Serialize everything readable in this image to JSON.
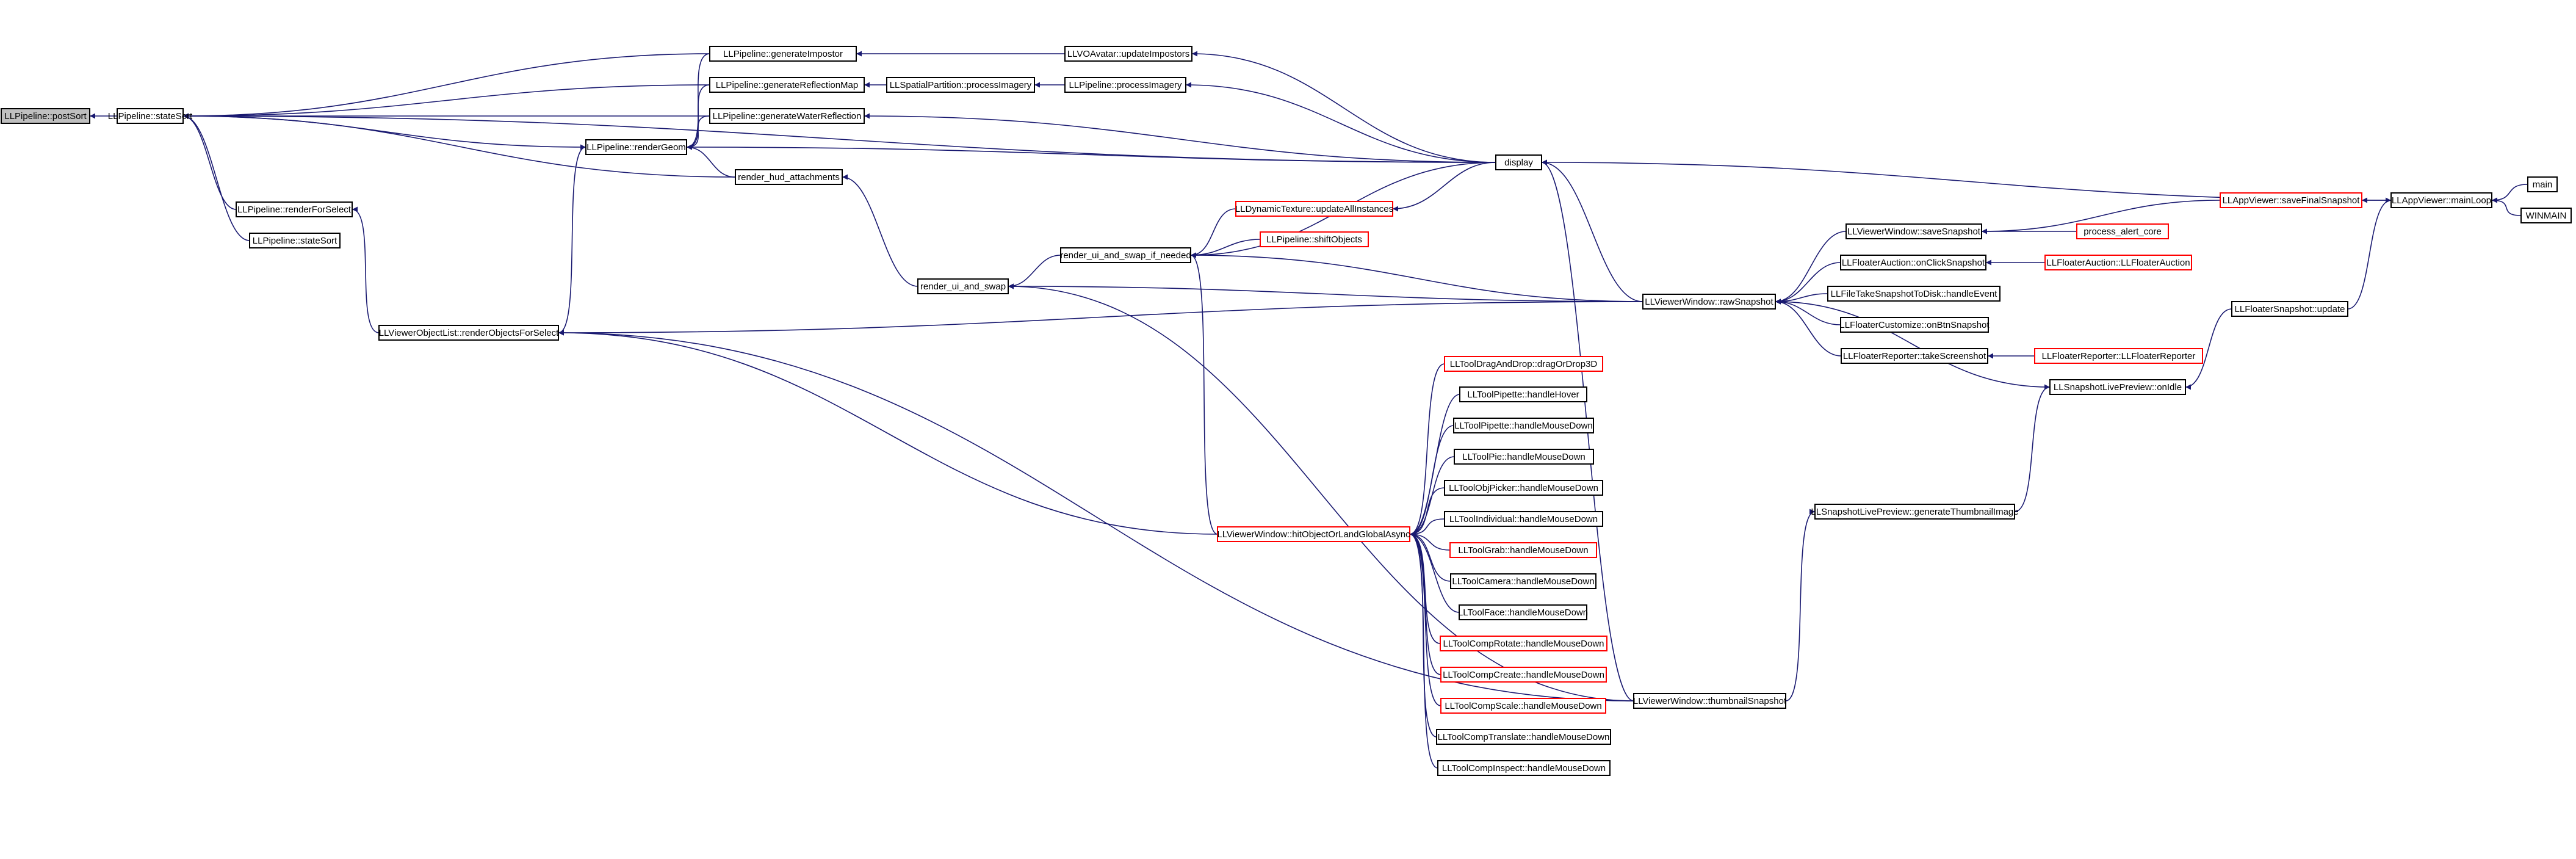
{
  "colors": {
    "edge": "#191970",
    "root_fill": "#bfbfbf",
    "normal_border": "#000000",
    "truncated_border": "#ff0000",
    "fill": "#ffffff"
  },
  "nodes": [
    {
      "id": "postSort",
      "label": "LLPipeline::postSort",
      "style": "root"
    },
    {
      "id": "stateSort1",
      "label": "LLPipeline::stateSort",
      "style": "normal"
    },
    {
      "id": "generateImpostor",
      "label": "LLPipeline::generateImpostor",
      "style": "normal"
    },
    {
      "id": "genReflectionMap",
      "label": "LLPipeline::generateReflectionMap",
      "style": "normal"
    },
    {
      "id": "genWaterReflection",
      "label": "LLPipeline::generateWaterReflection",
      "style": "normal"
    },
    {
      "id": "renderGeom",
      "label": "LLPipeline::renderGeom",
      "style": "normal"
    },
    {
      "id": "renderHud",
      "label": "render_hud_attachments",
      "style": "normal"
    },
    {
      "id": "renderForSelect",
      "label": "LLPipeline::renderForSelect",
      "style": "normal"
    },
    {
      "id": "stateSort2",
      "label": "LLPipeline::stateSort",
      "style": "normal"
    },
    {
      "id": "renderObjForSelect",
      "label": "LLViewerObjectList::renderObjectsForSelect",
      "style": "normal"
    },
    {
      "id": "vovatar",
      "label": "LLVOAvatar::updateImpostors",
      "style": "normal"
    },
    {
      "id": "spatialProc",
      "label": "LLSpatialPartition::processImagery",
      "style": "normal"
    },
    {
      "id": "pipeProc",
      "label": "LLPipeline::processImagery",
      "style": "normal"
    },
    {
      "id": "display",
      "label": "display",
      "style": "normal"
    },
    {
      "id": "renderUiSwap",
      "label": "render_ui_and_swap",
      "style": "normal"
    },
    {
      "id": "renderUiSwapIf",
      "label": "render_ui_and_swap_if_needed",
      "style": "normal"
    },
    {
      "id": "dynTex",
      "label": "LLDynamicTexture::updateAllInstances",
      "style": "truncated"
    },
    {
      "id": "shiftObjects",
      "label": "LLPipeline::shiftObjects",
      "style": "truncated"
    },
    {
      "id": "rawSnapshot",
      "label": "LLViewerWindow::rawSnapshot",
      "style": "normal"
    },
    {
      "id": "saveSnapshot",
      "label": "LLViewerWindow::saveSnapshot",
      "style": "normal"
    },
    {
      "id": "faOnClick",
      "label": "LLFloaterAuction::onClickSnapshot",
      "style": "normal"
    },
    {
      "id": "fileTake",
      "label": "LLFileTakeSnapshotToDisk::handleEvent",
      "style": "normal"
    },
    {
      "id": "fcOnBtn",
      "label": "LLFloaterCustomize::onBtnSnapshot",
      "style": "normal"
    },
    {
      "id": "frTake",
      "label": "LLFloaterReporter::takeScreenshot",
      "style": "normal"
    },
    {
      "id": "slpOnIdle",
      "label": "LLSnapshotLivePreview::onIdle",
      "style": "normal"
    },
    {
      "id": "processAlert",
      "label": "process_alert_core",
      "style": "truncated"
    },
    {
      "id": "faCtor",
      "label": "LLFloaterAuction::LLFloaterAuction",
      "style": "truncated"
    },
    {
      "id": "frCtor",
      "label": "LLFloaterReporter::LLFloaterReporter",
      "style": "truncated"
    },
    {
      "id": "saveFinal",
      "label": "LLAppViewer::saveFinalSnapshot",
      "style": "truncated"
    },
    {
      "id": "mainLoop",
      "label": "LLAppViewer::mainLoop",
      "style": "normal"
    },
    {
      "id": "main",
      "label": "main",
      "style": "normal"
    },
    {
      "id": "winmain",
      "label": "WINMAIN",
      "style": "normal"
    },
    {
      "id": "fsUpdate",
      "label": "LLFloaterSnapshot::update",
      "style": "normal"
    },
    {
      "id": "slpGenThumb",
      "label": "LLSnapshotLivePreview::generateThumbnailImage",
      "style": "normal"
    },
    {
      "id": "thumbSnapshot",
      "label": "LLViewerWindow::thumbnailSnapshot",
      "style": "normal"
    },
    {
      "id": "hitObj",
      "label": "LLViewerWindow::hitObjectOrLandGlobalAsync",
      "style": "truncated"
    },
    {
      "id": "tDrag",
      "label": "LLToolDragAndDrop::dragOrDrop3D",
      "style": "truncated"
    },
    {
      "id": "tPipetteHover",
      "label": "LLToolPipette::handleHover",
      "style": "normal"
    },
    {
      "id": "tPipetteDown",
      "label": "LLToolPipette::handleMouseDown",
      "style": "normal"
    },
    {
      "id": "tPie",
      "label": "LLToolPie::handleMouseDown",
      "style": "normal"
    },
    {
      "id": "tObjPicker",
      "label": "LLToolObjPicker::handleMouseDown",
      "style": "normal"
    },
    {
      "id": "tIndividual",
      "label": "LLToolIndividual::handleMouseDown",
      "style": "normal"
    },
    {
      "id": "tGrab",
      "label": "LLToolGrab::handleMouseDown",
      "style": "truncated"
    },
    {
      "id": "tCamera",
      "label": "LLToolCamera::handleMouseDown",
      "style": "normal"
    },
    {
      "id": "tFace",
      "label": "LLToolFace::handleMouseDown",
      "style": "normal"
    },
    {
      "id": "tCompRotate",
      "label": "LLToolCompRotate::handleMouseDown",
      "style": "truncated"
    },
    {
      "id": "tCompCreate",
      "label": "LLToolCompCreate::handleMouseDown",
      "style": "truncated"
    },
    {
      "id": "tCompScale",
      "label": "LLToolCompScale::handleMouseDown",
      "style": "truncated"
    },
    {
      "id": "tCompTranslate",
      "label": "LLToolCompTranslate::handleMouseDown",
      "style": "normal"
    },
    {
      "id": "tCompInspect",
      "label": "LLToolCompInspect::handleMouseDown",
      "style": "normal"
    }
  ],
  "edges": [
    [
      "stateSort1",
      "postSort"
    ],
    [
      "generateImpostor",
      "stateSort1"
    ],
    [
      "genReflectionMap",
      "stateSort1"
    ],
    [
      "genWaterReflection",
      "stateSort1"
    ],
    [
      "renderGeom",
      "stateSort1"
    ],
    [
      "renderHud",
      "stateSort1"
    ],
    [
      "renderForSelect",
      "stateSort1"
    ],
    [
      "stateSort2",
      "stateSort1"
    ],
    [
      "display",
      "stateSort1"
    ],
    [
      "generateImpostor",
      "renderGeom"
    ],
    [
      "genReflectionMap",
      "renderGeom"
    ],
    [
      "genWaterReflection",
      "renderGeom"
    ],
    [
      "renderHud",
      "renderGeom"
    ],
    [
      "renderObjForSelect",
      "renderGeom"
    ],
    [
      "display",
      "renderGeom"
    ],
    [
      "vovatar",
      "generateImpostor"
    ],
    [
      "spatialProc",
      "genReflectionMap"
    ],
    [
      "pipeProc",
      "spatialProc"
    ],
    [
      "display",
      "pipeProc"
    ],
    [
      "display",
      "vovatar"
    ],
    [
      "display",
      "genWaterReflection"
    ],
    [
      "renderObjForSelect",
      "renderForSelect"
    ],
    [
      "renderUiSwap",
      "renderHud"
    ],
    [
      "renderUiSwapIf",
      "renderUiSwap"
    ],
    [
      "rawSnapshot",
      "renderUiSwap"
    ],
    [
      "thumbSnapshot",
      "renderUiSwap"
    ],
    [
      "display",
      "renderUiSwapIf"
    ],
    [
      "dynTex",
      "renderUiSwapIf"
    ],
    [
      "shiftObjects",
      "renderUiSwapIf"
    ],
    [
      "rawSnapshot",
      "renderUiSwapIf"
    ],
    [
      "hitObj",
      "renderUiSwapIf"
    ],
    [
      "display",
      "dynTex"
    ],
    [
      "rawSnapshot",
      "renderObjForSelect"
    ],
    [
      "hitObj",
      "renderObjForSelect"
    ],
    [
      "thumbSnapshot",
      "renderObjForSelect"
    ],
    [
      "rawSnapshot",
      "display"
    ],
    [
      "thumbSnapshot",
      "display"
    ],
    [
      "mainLoop",
      "display"
    ],
    [
      "saveSnapshot",
      "rawSnapshot"
    ],
    [
      "faOnClick",
      "rawSnapshot"
    ],
    [
      "fileTake",
      "rawSnapshot"
    ],
    [
      "fcOnBtn",
      "rawSnapshot"
    ],
    [
      "frTake",
      "rawSnapshot"
    ],
    [
      "slpOnIdle",
      "rawSnapshot"
    ],
    [
      "processAlert",
      "saveSnapshot"
    ],
    [
      "saveFinal",
      "saveSnapshot"
    ],
    [
      "faCtor",
      "faOnClick"
    ],
    [
      "frCtor",
      "frTake"
    ],
    [
      "mainLoop",
      "saveFinal"
    ],
    [
      "main",
      "mainLoop"
    ],
    [
      "winmain",
      "mainLoop"
    ],
    [
      "fsUpdate",
      "mainLoop"
    ],
    [
      "fsUpdate",
      "slpOnIdle"
    ],
    [
      "slpGenThumb",
      "slpOnIdle"
    ],
    [
      "thumbSnapshot",
      "slpGenThumb"
    ],
    [
      "tDrag",
      "hitObj"
    ],
    [
      "tPipetteHover",
      "hitObj"
    ],
    [
      "tPipetteDown",
      "hitObj"
    ],
    [
      "tPie",
      "hitObj"
    ],
    [
      "tObjPicker",
      "hitObj"
    ],
    [
      "tIndividual",
      "hitObj"
    ],
    [
      "tGrab",
      "hitObj"
    ],
    [
      "tCamera",
      "hitObj"
    ],
    [
      "tFace",
      "hitObj"
    ],
    [
      "tCompRotate",
      "hitObj"
    ],
    [
      "tCompCreate",
      "hitObj"
    ],
    [
      "tCompScale",
      "hitObj"
    ],
    [
      "tCompTranslate",
      "hitObj"
    ],
    [
      "tCompInspect",
      "hitObj"
    ]
  ]
}
